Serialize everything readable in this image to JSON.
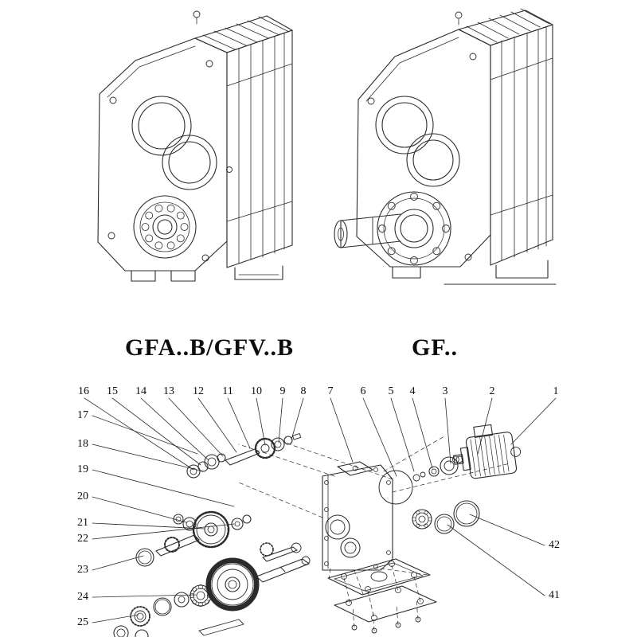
{
  "page": {
    "background": "#ffffff",
    "line_color": "#2b2b2b"
  },
  "figures": [
    {
      "id": "left-gearbox",
      "caption": "GFA..B/GFV..B"
    },
    {
      "id": "right-gearbox",
      "caption": "GF.."
    }
  ],
  "exploded": {
    "description_labels": [],
    "callouts": [
      "16",
      "15",
      "14",
      "13",
      "12",
      "11",
      "10",
      "9",
      "8",
      "7",
      "6",
      "5",
      "4",
      "3",
      "2",
      "1",
      "17",
      "18",
      "19",
      "20",
      "21",
      "22",
      "23",
      "24",
      "25",
      "42",
      "41"
    ]
  }
}
